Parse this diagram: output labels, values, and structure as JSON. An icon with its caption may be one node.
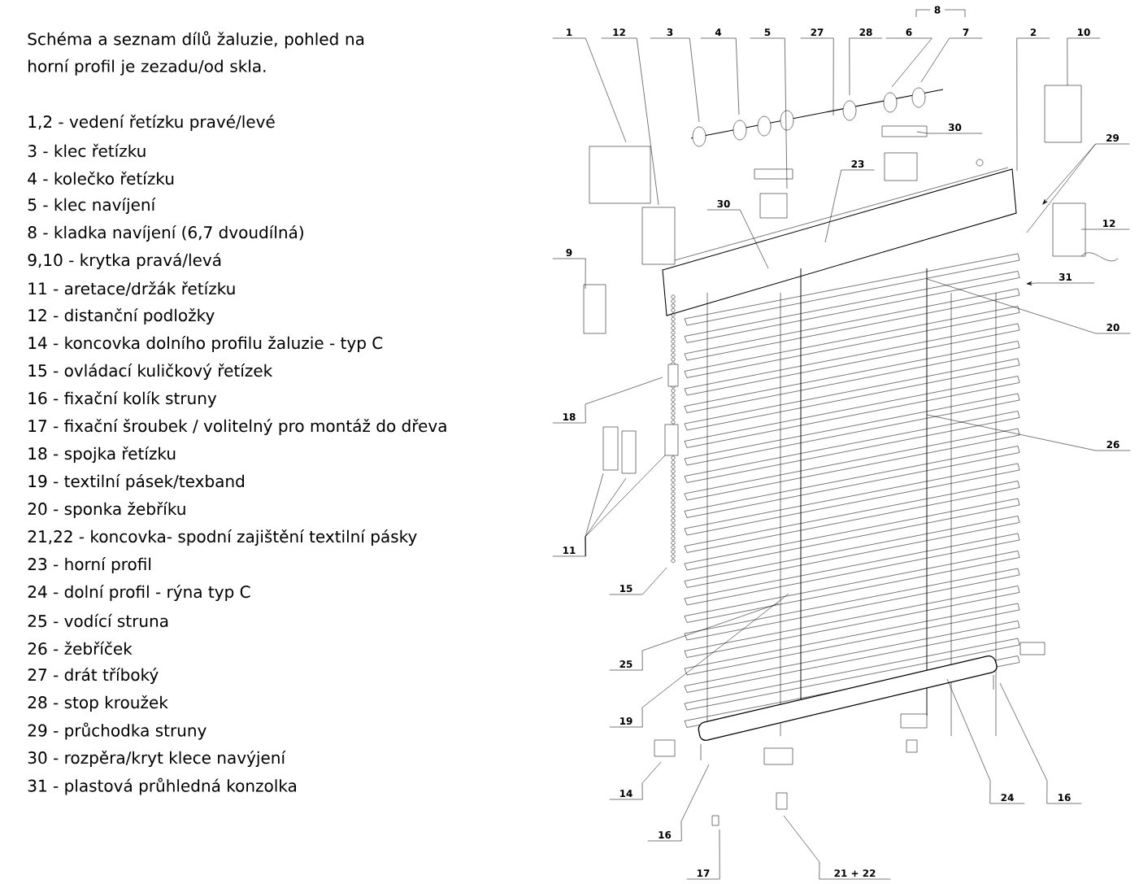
{
  "diagram": {
    "title": "Schéma a seznam dílů žaluzie, pohled na horní profil je zezadu/od skla.",
    "nodes": [
      {
        "text": [
          "1"
        ]
      },
      {
        "text": [
          "12"
        ]
      },
      {
        "text": [
          "3"
        ]
      },
      {
        "text": [
          "4"
        ]
      },
      {
        "text": [
          "5"
        ]
      },
      {
        "text": [
          "27"
        ]
      },
      {
        "text": [
          "28"
        ]
      },
      {
        "text": [
          "6"
        ]
      },
      {
        "text": [
          "7"
        ]
      },
      {
        "text": [
          "2"
        ]
      },
      {
        "text": [
          "10"
        ]
      },
      {
        "text": [
          "30"
        ]
      },
      {
        "text": [
          "29"
        ]
      },
      {
        "text": [
          "23"
        ]
      },
      {
        "text": [
          "30"
        ]
      },
      {
        "text": [
          "12"
        ]
      },
      {
        "text": [
          "9"
        ]
      },
      {
        "text": [
          "31"
        ]
      },
      {
        "text": [
          "20"
        ]
      },
      {
        "text": [
          "18"
        ]
      },
      {
        "text": [
          "26"
        ]
      },
      {
        "text": [
          "11"
        ]
      },
      {
        "text": [
          "15"
        ]
      },
      {
        "text": [
          "25"
        ]
      },
      {
        "text": [
          "19"
        ]
      },
      {
        "text": [
          "14"
        ]
      },
      {
        "text": [
          "24"
        ]
      },
      {
        "text": [
          "16"
        ]
      },
      {
        "text": [
          "16"
        ]
      },
      {
        "text": [
          "17"
        ]
      },
      {
        "text": [
          "21 + 22"
        ]
      }
    ],
    "edges": [
      {
        "from": 0,
        "to": null,
        "arrow": "none"
      },
      {
        "from": 1,
        "to": null,
        "arrow": "none"
      },
      {
        "from": 2,
        "to": null,
        "arrow": "none"
      },
      {
        "from": 3,
        "to": null,
        "arrow": "none"
      },
      {
        "from": 4,
        "to": null,
        "arrow": "none"
      },
      {
        "from": 5,
        "to": null,
        "arrow": "none"
      },
      {
        "from": 6,
        "to": null,
        "arrow": "none"
      },
      {
        "from": 7,
        "to": null,
        "arrow": "none"
      },
      {
        "from": 8,
        "to": null,
        "arrow": "none"
      },
      {
        "from": 9,
        "to": null,
        "arrow": "none"
      },
      {
        "from": 10,
        "to": null,
        "arrow": "none"
      },
      {
        "from": 11,
        "to": null,
        "arrow": "none"
      },
      {
        "from": 12,
        "to": null,
        "arrow": "to"
      },
      {
        "from": 12,
        "to": null,
        "arrow": "none"
      },
      {
        "from": 13,
        "to": null,
        "arrow": "none"
      },
      {
        "from": 14,
        "to": null,
        "arrow": "none"
      },
      {
        "from": 15,
        "to": null,
        "arrow": "none"
      },
      {
        "from": 16,
        "to": null,
        "arrow": "none"
      },
      {
        "from": 17,
        "to": null,
        "arrow": "to"
      },
      {
        "from": 18,
        "to": null,
        "arrow": "none"
      },
      {
        "from": 19,
        "to": null,
        "arrow": "none"
      },
      {
        "from": 20,
        "to": null,
        "arrow": "none"
      },
      {
        "from": 21,
        "to": null,
        "arrow": "none"
      },
      {
        "from": 21,
        "to": null,
        "arrow": "none"
      },
      {
        "from": 21,
        "to": null,
        "arrow": "none"
      },
      {
        "from": 22,
        "to": null,
        "arrow": "none"
      },
      {
        "from": 23,
        "to": null,
        "arrow": "none"
      },
      {
        "from": 24,
        "to": null,
        "arrow": "none"
      },
      {
        "from": 25,
        "to": null,
        "arrow": "none"
      },
      {
        "from": 26,
        "to": null,
        "arrow": "none"
      },
      {
        "from": 27,
        "to": null,
        "arrow": "none"
      },
      {
        "from": 28,
        "to": null,
        "arrow": "none"
      },
      {
        "from": 29,
        "to": null,
        "arrow": "none"
      },
      {
        "from": 30,
        "to": null,
        "arrow": "none"
      }
    ],
    "labels": [
      "1,2 - vedení řetízku pravé/levé",
      "3 - klec řetízku",
      "4 - kolečko řetízku",
      "5 - klec navíjení",
      "8 - kladka navíjení (6,7 dvoudílná)",
      "9,10 - krytka pravá/levá",
      "11 - aretace/držák řetízku",
      "12 - distanční podložky",
      "14 - koncovka dolního profilu žaluzie - typ C",
      "15 - ovládací kuličkový řetízek",
      "16 - fixační kolík struny",
      "17 - fixační šroubek / volitelný pro montáž do dřeva",
      "18 - spojka řetízku",
      "19 - textilní pásek/texband",
      "20 - sponka žebříku",
      "21,22 - koncovka- spodní zajištění textilní pásky",
      "23 - horní profil",
      "24 - dolní profil - rýna typ C",
      "25 - vodící struna",
      "26 - žebříček",
      "27 - drát tříboký",
      "28 - stop kroužek",
      "29 - průchodka struny",
      "30 - rozpěra/kryt klece navýjení",
      "31 - plastová průhledná konzolka",
      "8"
    ]
  }
}
